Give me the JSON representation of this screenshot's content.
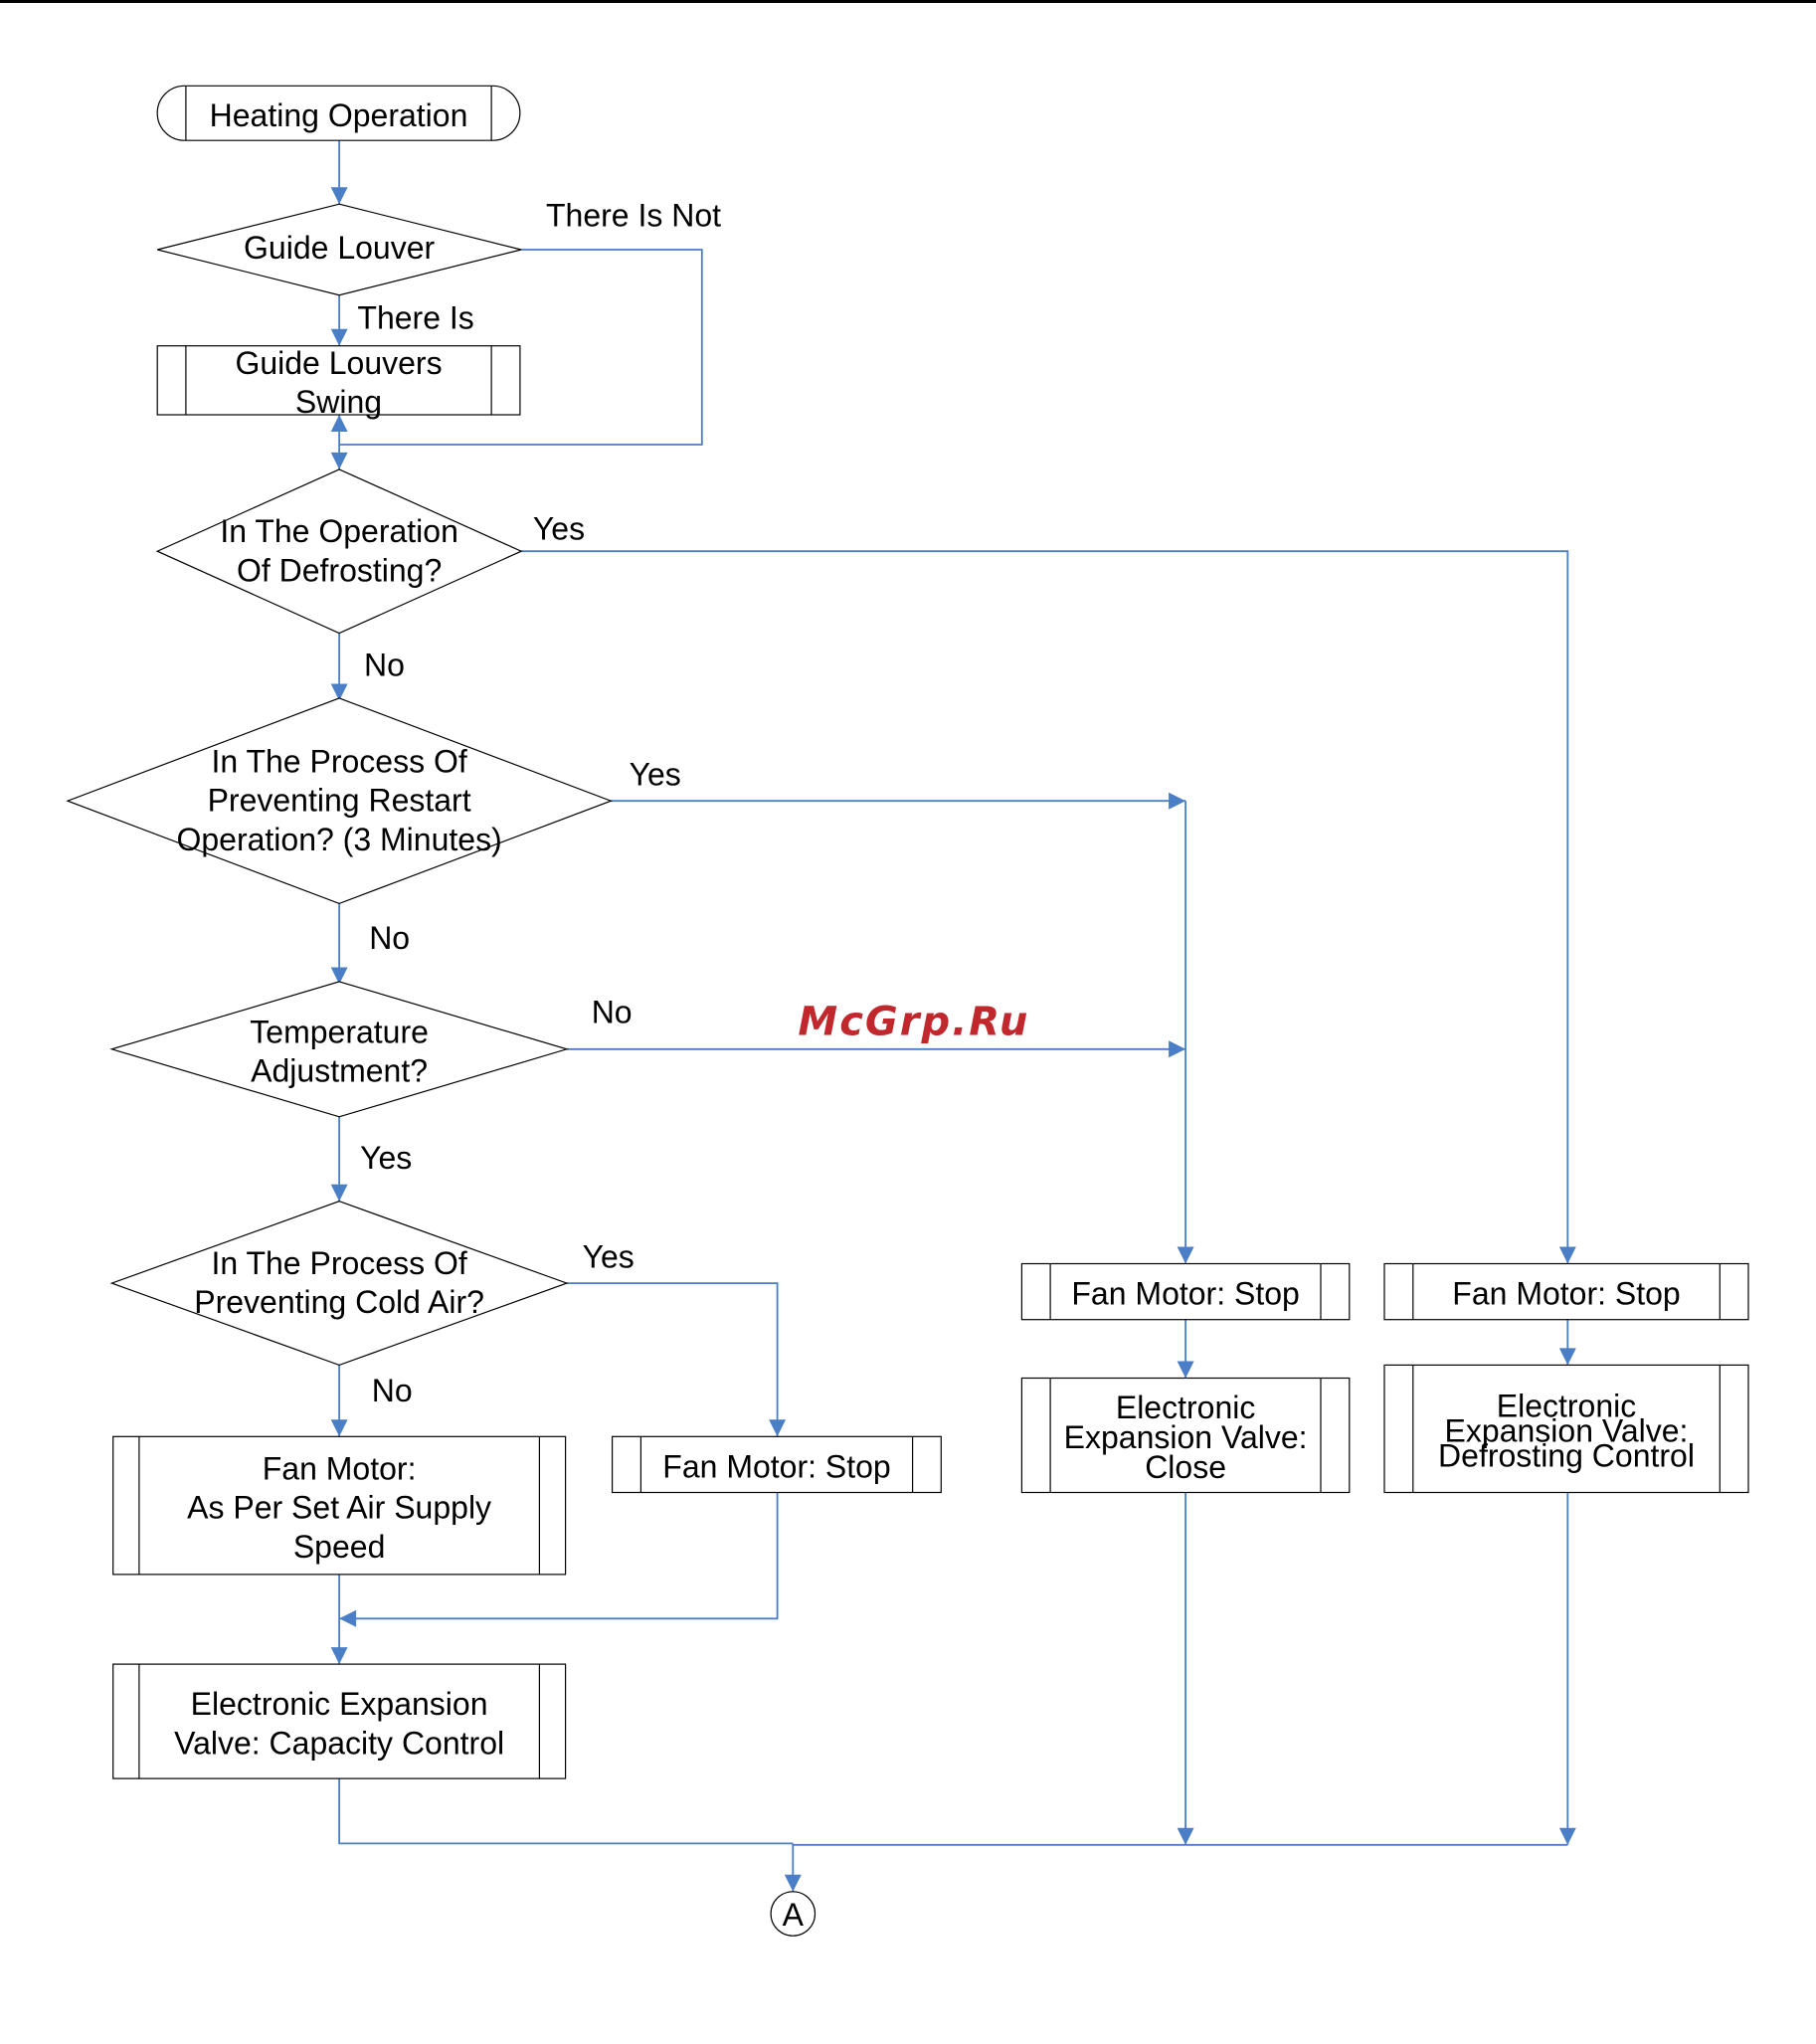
{
  "diagram": {
    "colors": {
      "line": "#4a7ec6",
      "shape_stroke": "#000000",
      "watermark": "#c0282d"
    },
    "top_rule": true,
    "watermark": "McGrp.Ru",
    "nodes": {
      "start": {
        "lines": [
          "Heating Operation"
        ]
      },
      "guide_louver": {
        "lines": [
          "Guide Louver"
        ]
      },
      "louver_swing": {
        "lines": [
          "Guide Louvers",
          "Swing"
        ]
      },
      "defrosting": {
        "lines": [
          "In The Operation",
          "Of Defrosting?"
        ]
      },
      "restart": {
        "lines": [
          "In The Process Of",
          "Preventing Restart",
          "Operation? (3 Minutes)"
        ]
      },
      "temp_adjust": {
        "lines": [
          "Temperature",
          "Adjustment?"
        ]
      },
      "cold_air": {
        "lines": [
          "In The Process Of",
          "Preventing Cold Air?"
        ]
      },
      "fan_set_speed": {
        "lines": [
          "Fan Motor:",
          "As Per Set Air Supply",
          "Speed"
        ]
      },
      "fan_stop_cold": {
        "lines": [
          "Fan Motor: Stop"
        ]
      },
      "eev_capacity": {
        "lines": [
          "Electronic Expansion",
          "Valve: Capacity Control"
        ]
      },
      "fan_stop_mid": {
        "lines": [
          "Fan Motor: Stop"
        ]
      },
      "eev_close": {
        "lines": [
          "Electronic",
          "Expansion Valve:",
          "Close"
        ]
      },
      "fan_stop_right": {
        "lines": [
          "Fan Motor: Stop"
        ]
      },
      "eev_defrost": {
        "lines": [
          "Electronic",
          "Expansion Valve:",
          "Defrosting Control"
        ]
      },
      "connector_a": {
        "lines": [
          "A"
        ]
      }
    },
    "edge_labels": {
      "louver_none": "There Is Not",
      "louver_present": "There Is",
      "defrost_yes": "Yes",
      "defrost_no": "No",
      "restart_yes": "Yes",
      "restart_no": "No",
      "temp_no": "No",
      "temp_yes": "Yes",
      "cold_yes": "Yes",
      "cold_no": "No"
    }
  }
}
